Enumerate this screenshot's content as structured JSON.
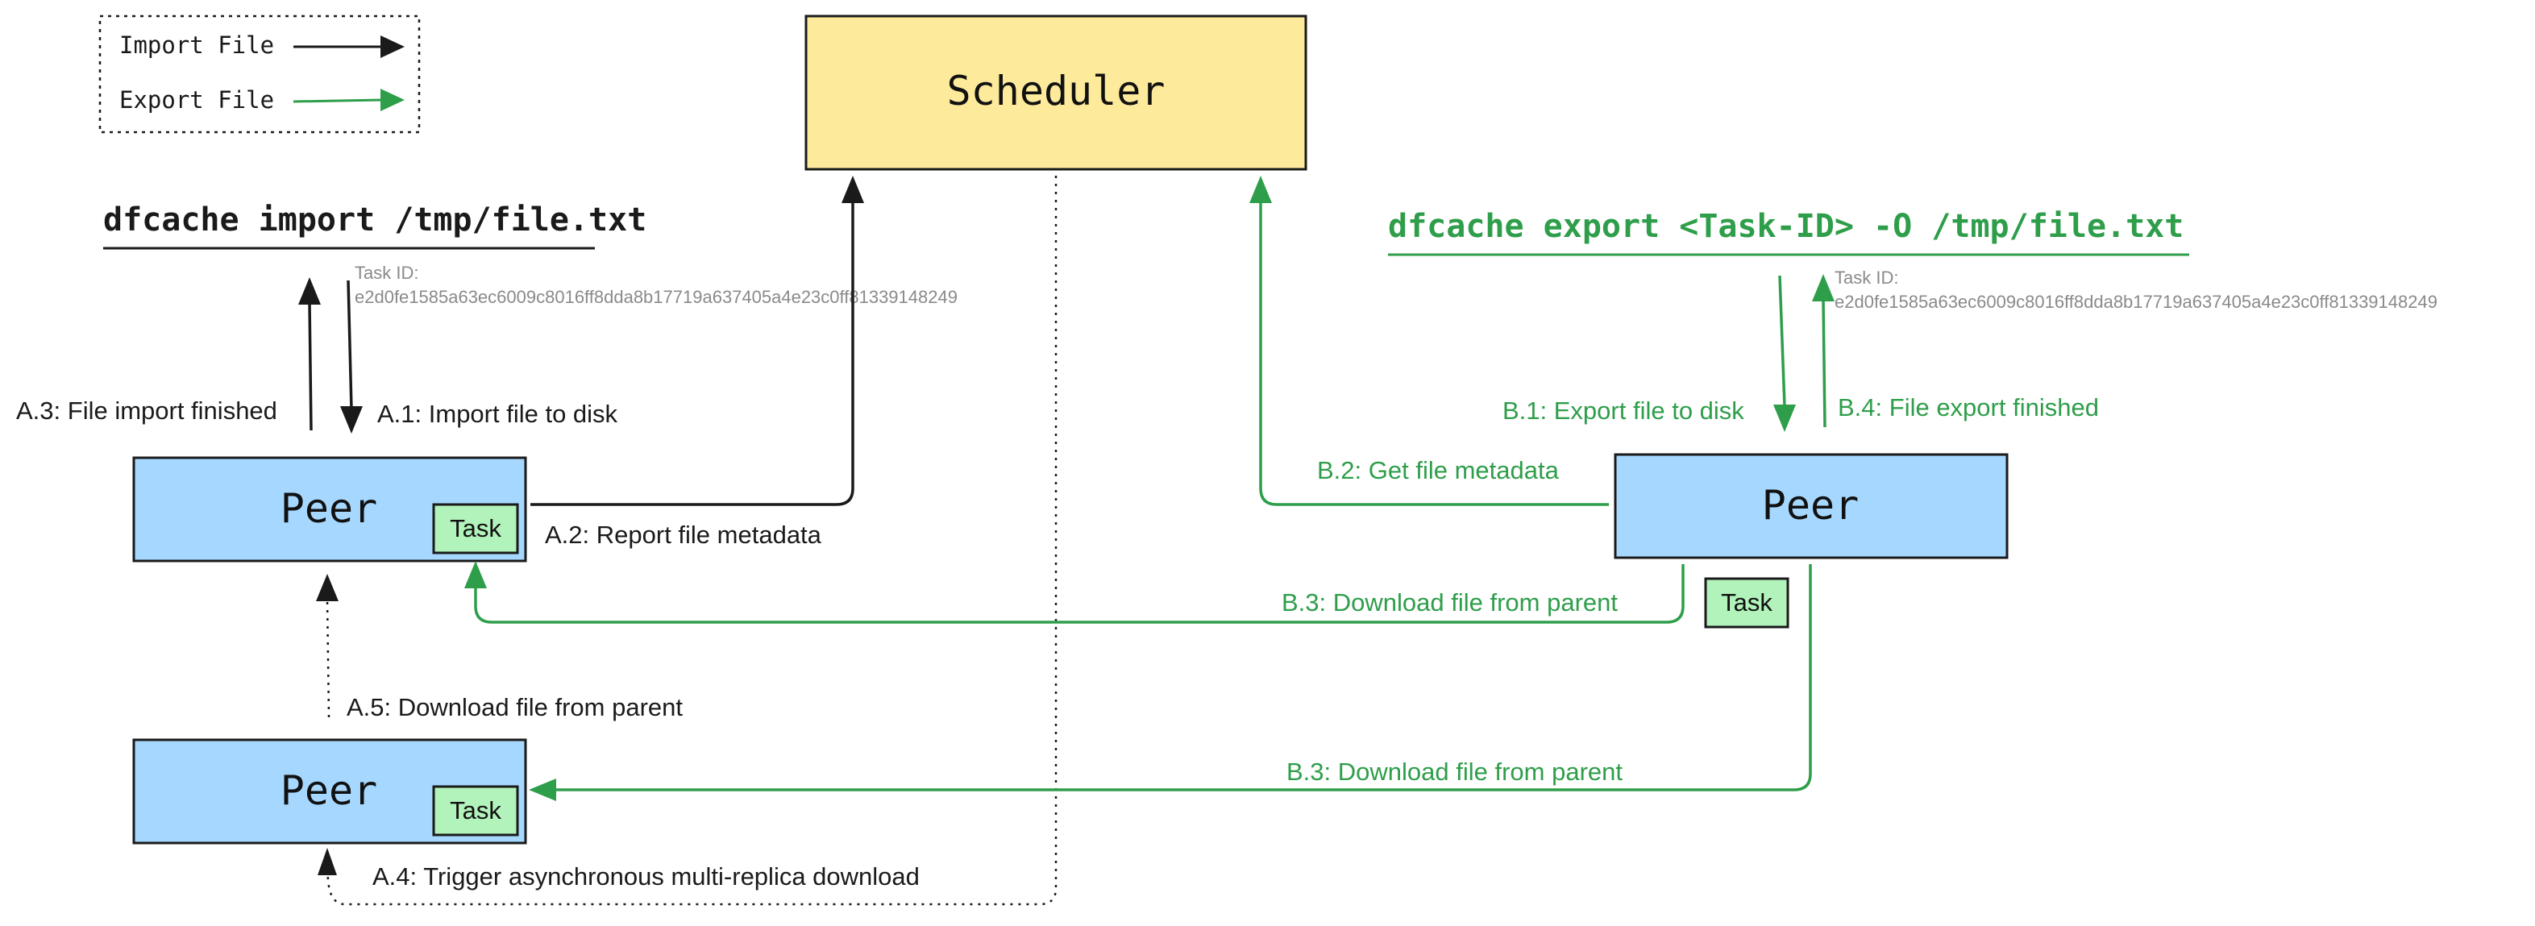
{
  "legend": {
    "import_label": "Import File",
    "export_label": "Export File"
  },
  "colors": {
    "import": "#1a1a1a",
    "export": "#2e9e4a",
    "scheduler_fill": "#fdea9b",
    "peer_fill": "#a6d8ff",
    "task_fill": "#b2f2bb"
  },
  "nodes": {
    "scheduler": "Scheduler",
    "peer": "Peer",
    "task": "Task"
  },
  "commands": {
    "import": "dfcache import /tmp/file.txt",
    "export": "dfcache export <Task-ID> -O /tmp/file.txt"
  },
  "task_id": {
    "label": "Task ID:",
    "value": "e2d0fe1585a63ec6009c8016ff8dda8b17719a637405a4e23c0ff81339148249"
  },
  "steps": {
    "a1": "A.1: Import file to disk",
    "a2": "A.2: Report file metadata",
    "a3": "A.3: File import finished",
    "a4": "A.4: Trigger asynchronous multi-replica download",
    "a5": "A.5: Download file from parent",
    "b1": "B.1: Export file to disk",
    "b2": "B.2: Get file metadata",
    "b3": "B.3: Download file from parent",
    "b4": "B.4: File export finished"
  }
}
